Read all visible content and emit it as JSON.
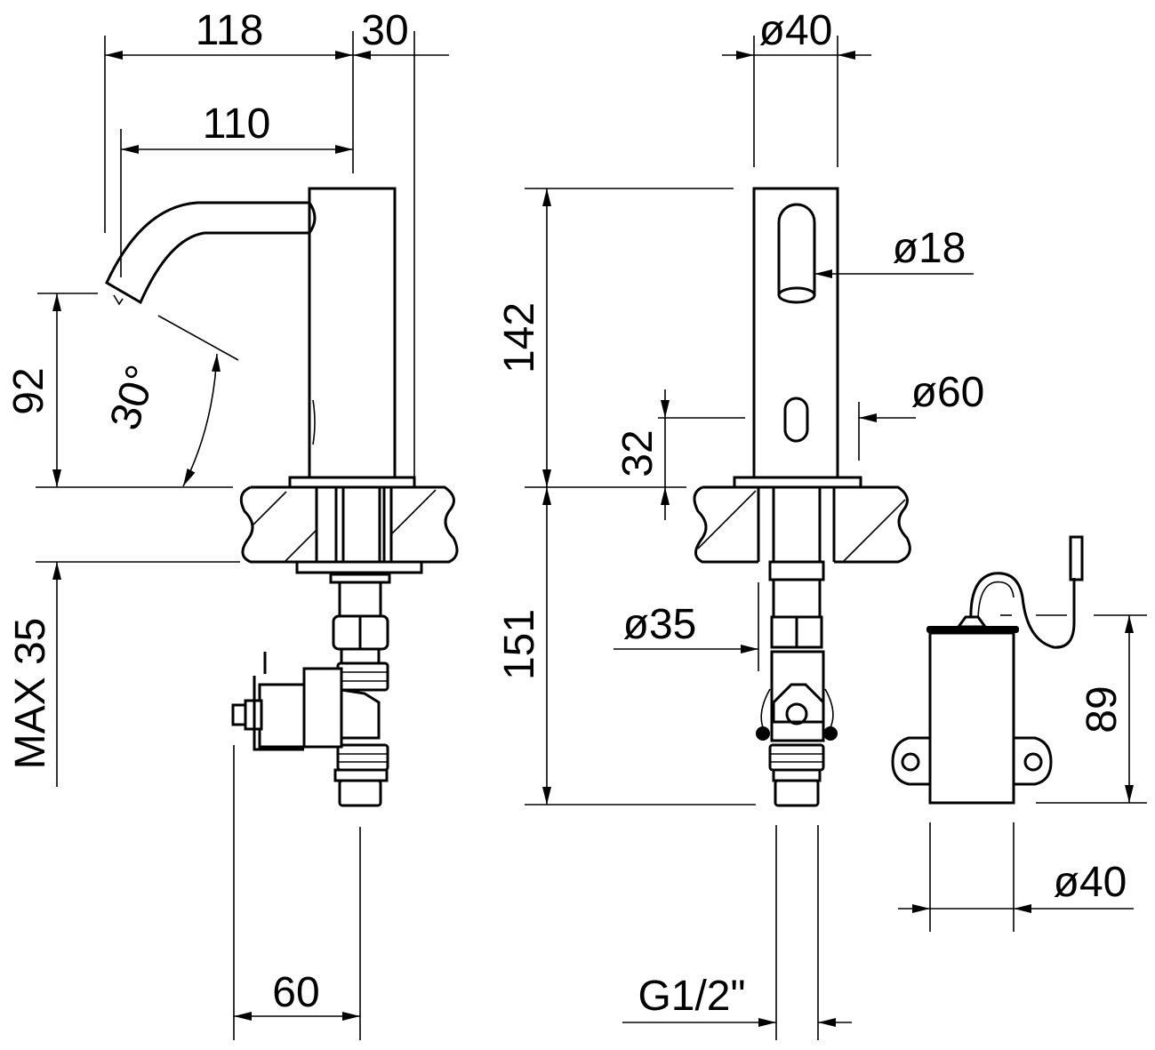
{
  "title": "Sensor basin tap dimension drawing",
  "dimensions": {
    "spout_reach_total": "118",
    "body_depth": "30",
    "spout_reach": "110",
    "body_diameter_top": "ø40",
    "outlet_diameter": "ø18",
    "base_diameter": "ø60",
    "height_body": "142",
    "spout_height": "92",
    "spray_angle": "30°",
    "sensor_height": "32",
    "max_counter_thickness": "MAX 35",
    "under_counter_length": "151",
    "shank_diameter": "ø35",
    "box_height": "89",
    "valve_offset": "60",
    "thread": "G1/2\"",
    "box_diameter": "ø40"
  },
  "colors": {
    "line": "#000000",
    "background": "#ffffff"
  }
}
